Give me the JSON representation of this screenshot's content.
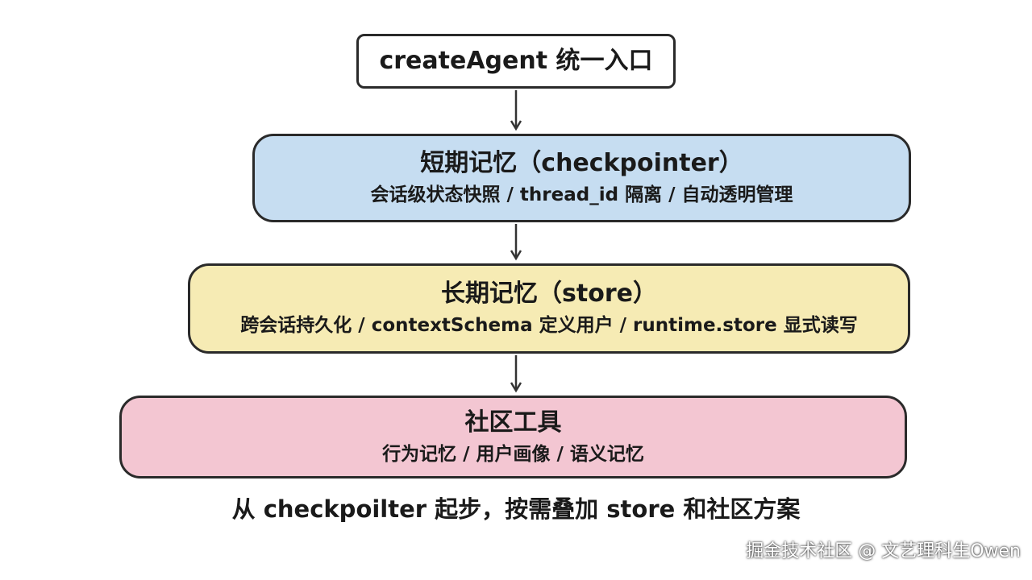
{
  "nodes": {
    "entry": {
      "title": "createAgent 统一入口"
    },
    "short_term": {
      "title": "短期记忆（checkpointer）",
      "subtitle": "会话级状态快照 / thread_id 隔离 / 自动透明管理"
    },
    "long_term": {
      "title": "长期记忆（store）",
      "subtitle": "跨会话持久化 / contextSchema 定义用户 / runtime.store 显式读写"
    },
    "community": {
      "title": "社区工具",
      "subtitle": "行为记忆 / 用户画像 / 语义记忆"
    }
  },
  "caption": "从 checkpoilter 起步，按需叠加 store 和社区方案",
  "watermark": "掘金技术社区 @ 文艺理科生Owen",
  "colors": {
    "short_term": "#c6ddf1",
    "long_term": "#f6ebb4",
    "community": "#f3c6d2",
    "border": "#2a2a2a"
  }
}
